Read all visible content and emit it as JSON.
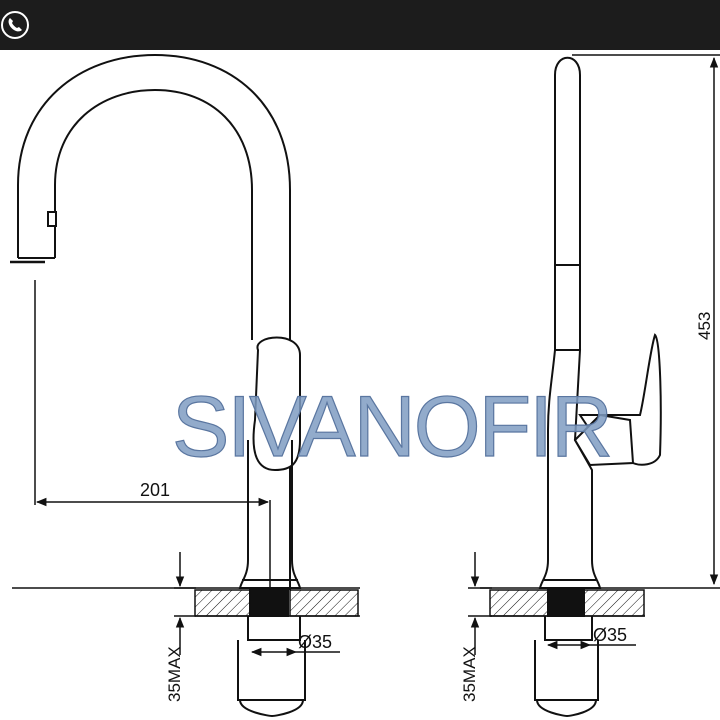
{
  "header": {
    "phone_icon": "phone-icon"
  },
  "dimensions": {
    "spout_reach": "201",
    "total_height": "453",
    "hole_left": "Ø35",
    "hole_right": "Ø35",
    "deck_left": "35MAX",
    "deck_right": "35MAX"
  },
  "watermark": {
    "text": "SIVANOFIR"
  },
  "colors": {
    "topbar": "#1c1c1c",
    "line": "#111111",
    "watermark": "#6f8fb6"
  }
}
